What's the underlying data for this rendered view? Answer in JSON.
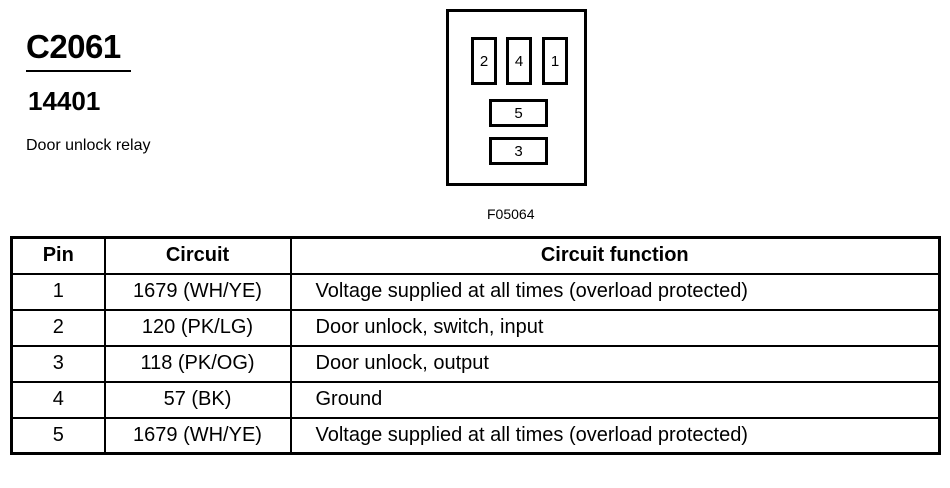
{
  "header": {
    "connector_id": "C2061",
    "part_number": "14401",
    "description": "Door unlock relay"
  },
  "connector": {
    "pins": [
      "2",
      "4",
      "1",
      "5",
      "3"
    ],
    "figure_id": "F05064"
  },
  "table": {
    "headers": [
      "Pin",
      "Circuit",
      "Circuit function"
    ],
    "rows": [
      {
        "pin": "1",
        "circuit": "1679 (WH/YE)",
        "function": "Voltage supplied at all times (overload protected)"
      },
      {
        "pin": "2",
        "circuit": "120 (PK/LG)",
        "function": "Door unlock, switch, input"
      },
      {
        "pin": "3",
        "circuit": "118 (PK/OG)",
        "function": "Door unlock, output"
      },
      {
        "pin": "4",
        "circuit": "57 (BK)",
        "function": "Ground"
      },
      {
        "pin": "5",
        "circuit": "1679 (WH/YE)",
        "function": "Voltage supplied at all times (overload protected)"
      }
    ]
  }
}
